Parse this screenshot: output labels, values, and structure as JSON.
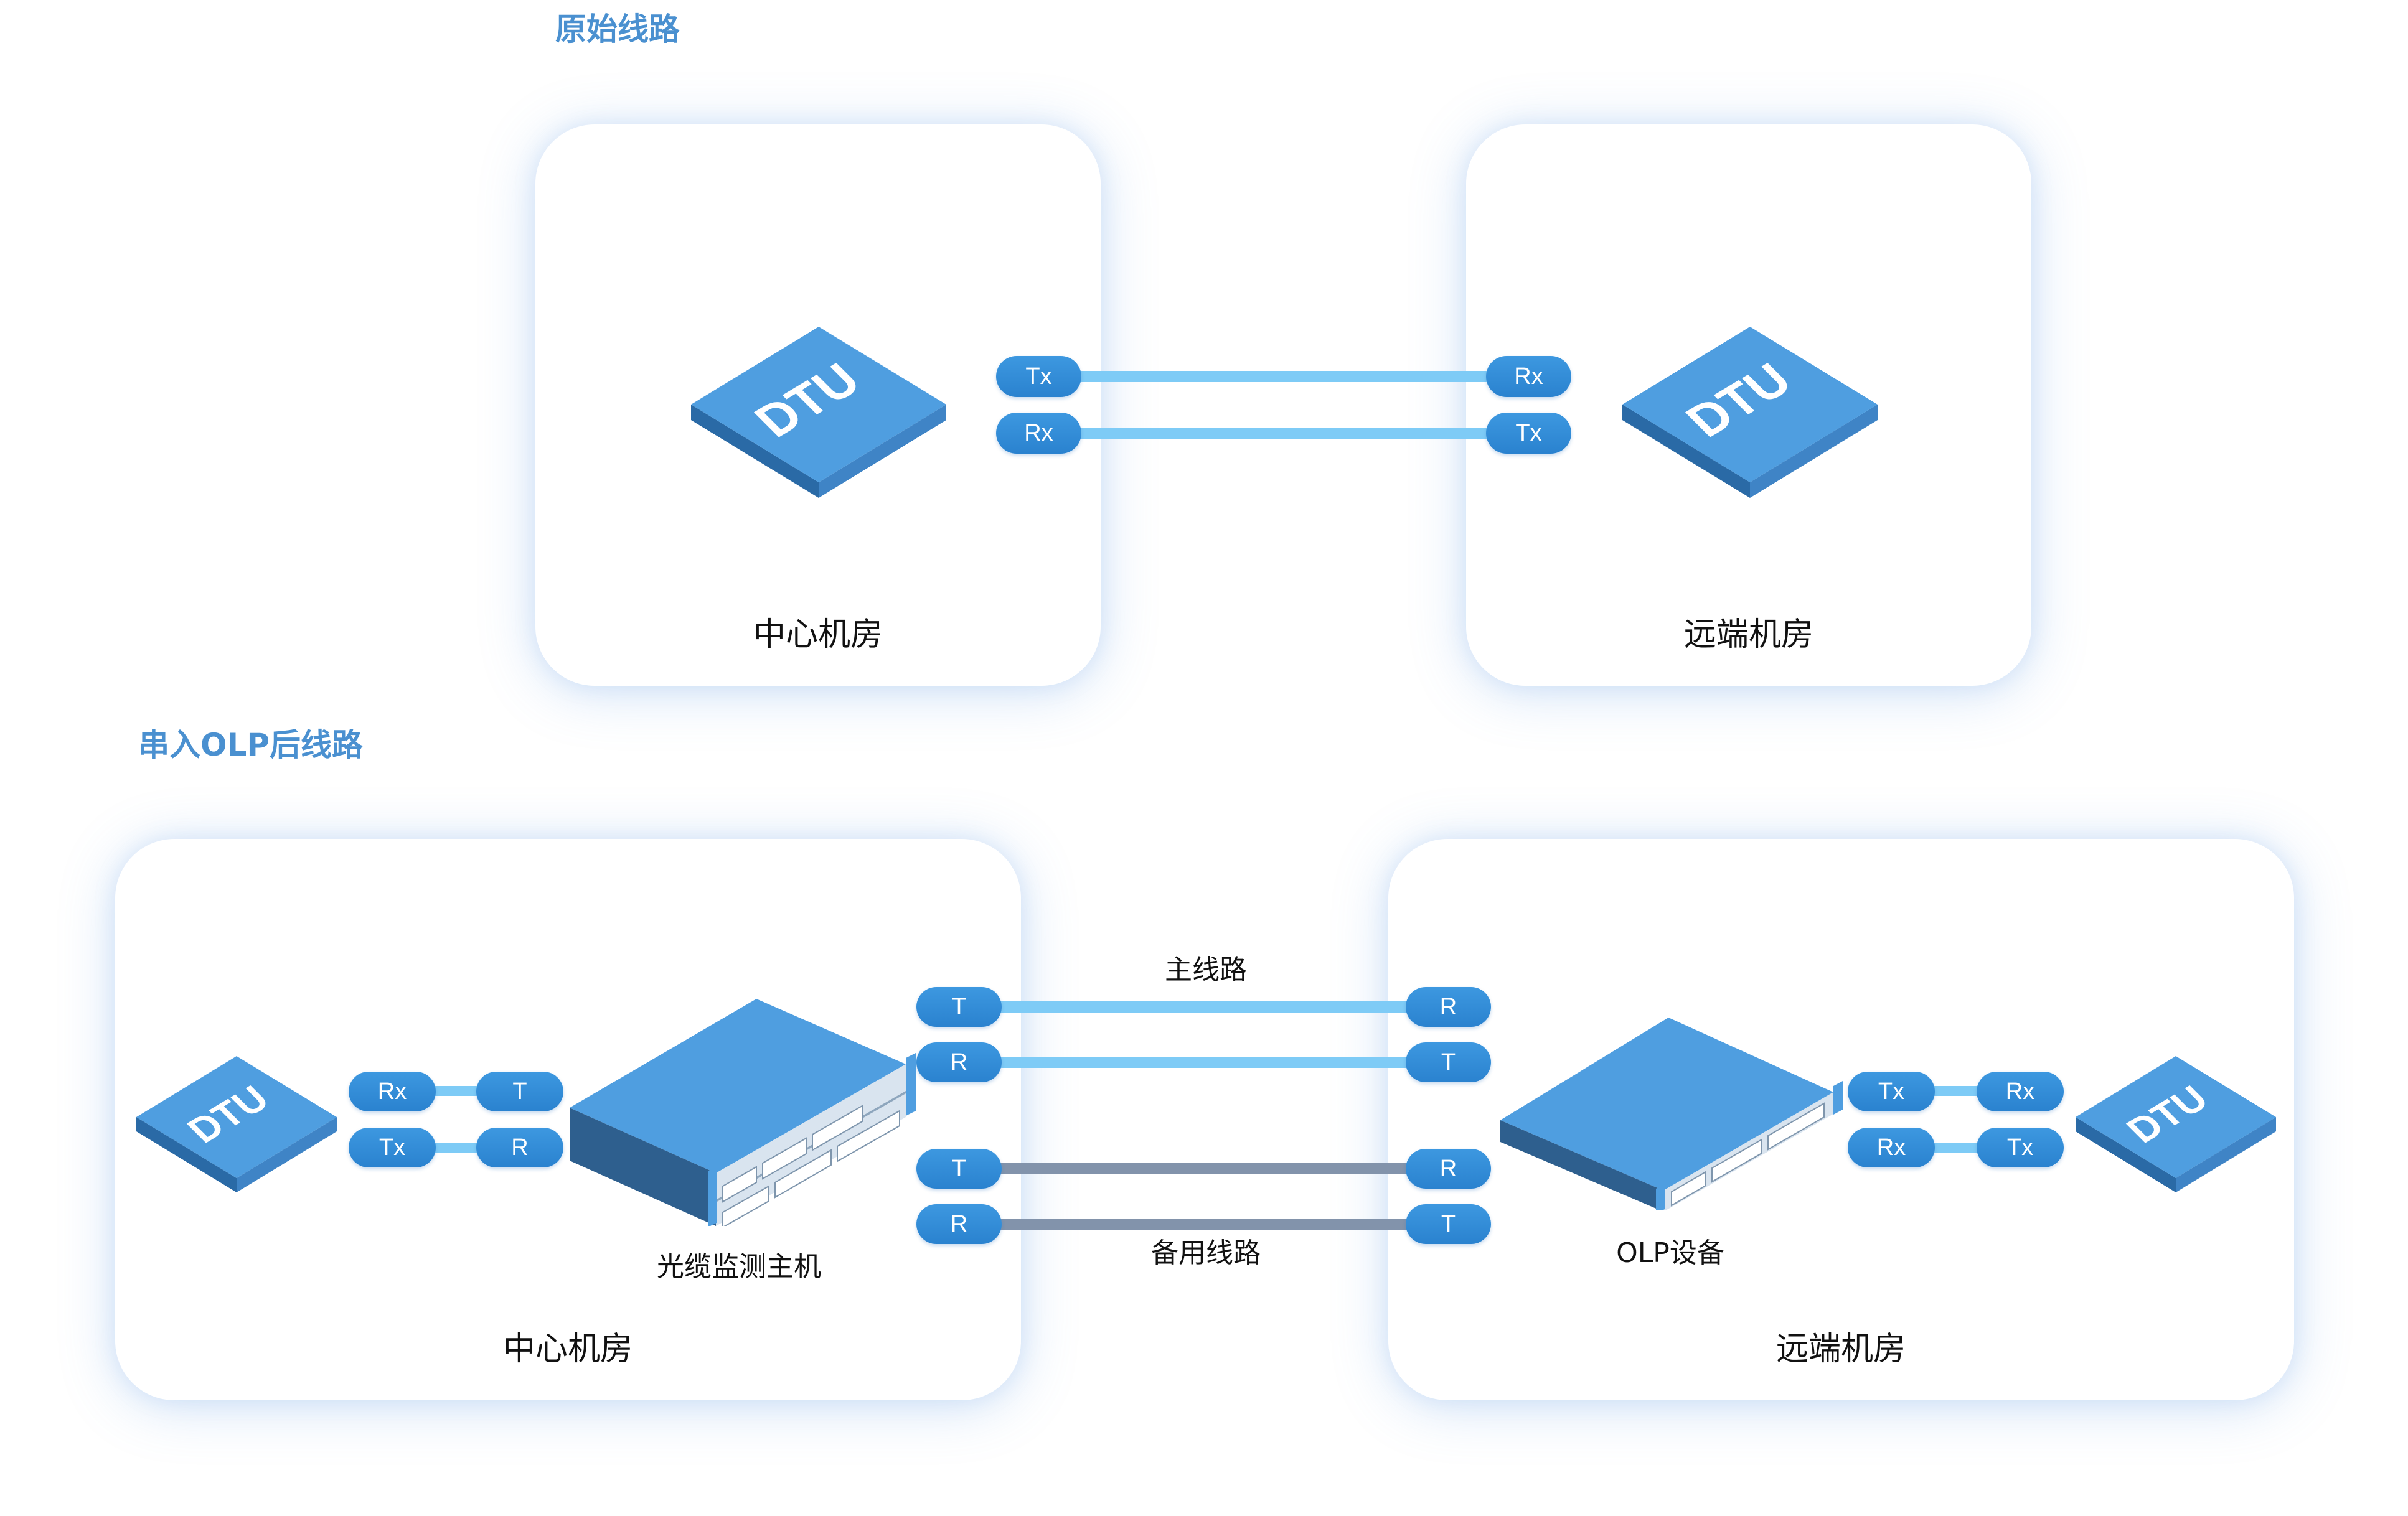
{
  "sections": {
    "original": "原始线路",
    "olp": "串入OLP后线路"
  },
  "top": {
    "left_room": "中心机房",
    "right_room": "远端机房",
    "left_ports": [
      "Tx",
      "Rx"
    ],
    "right_ports": [
      "Rx",
      "Tx"
    ],
    "device_label": "DTU"
  },
  "bottom": {
    "left_room": "中心机房",
    "right_room": "远端机房",
    "left_dtu_label": "DTU",
    "right_dtu_label": "DTU",
    "left_jumper_a": [
      "Rx",
      "Tx"
    ],
    "left_jumper_b": [
      "T",
      "R"
    ],
    "host_caption": "光缆监测主机",
    "olp_caption": "OLP设备",
    "main_line_label": "主线路",
    "backup_line_label": "备用线路",
    "trunk_left": [
      "T",
      "R",
      "T",
      "R"
    ],
    "trunk_right": [
      "R",
      "T",
      "R",
      "T"
    ],
    "right_jumper_a": [
      "Tx",
      "Rx"
    ],
    "right_jumper_b": [
      "Rx",
      "Tx"
    ]
  },
  "colors": {
    "title": "#4a90d0",
    "pill": "#2f8ad4",
    "main_line": "#7ecbf6",
    "backup_line": "#8293ab",
    "device_top": "#4f9ee0",
    "device_side_dark": "#2e5f8e"
  }
}
